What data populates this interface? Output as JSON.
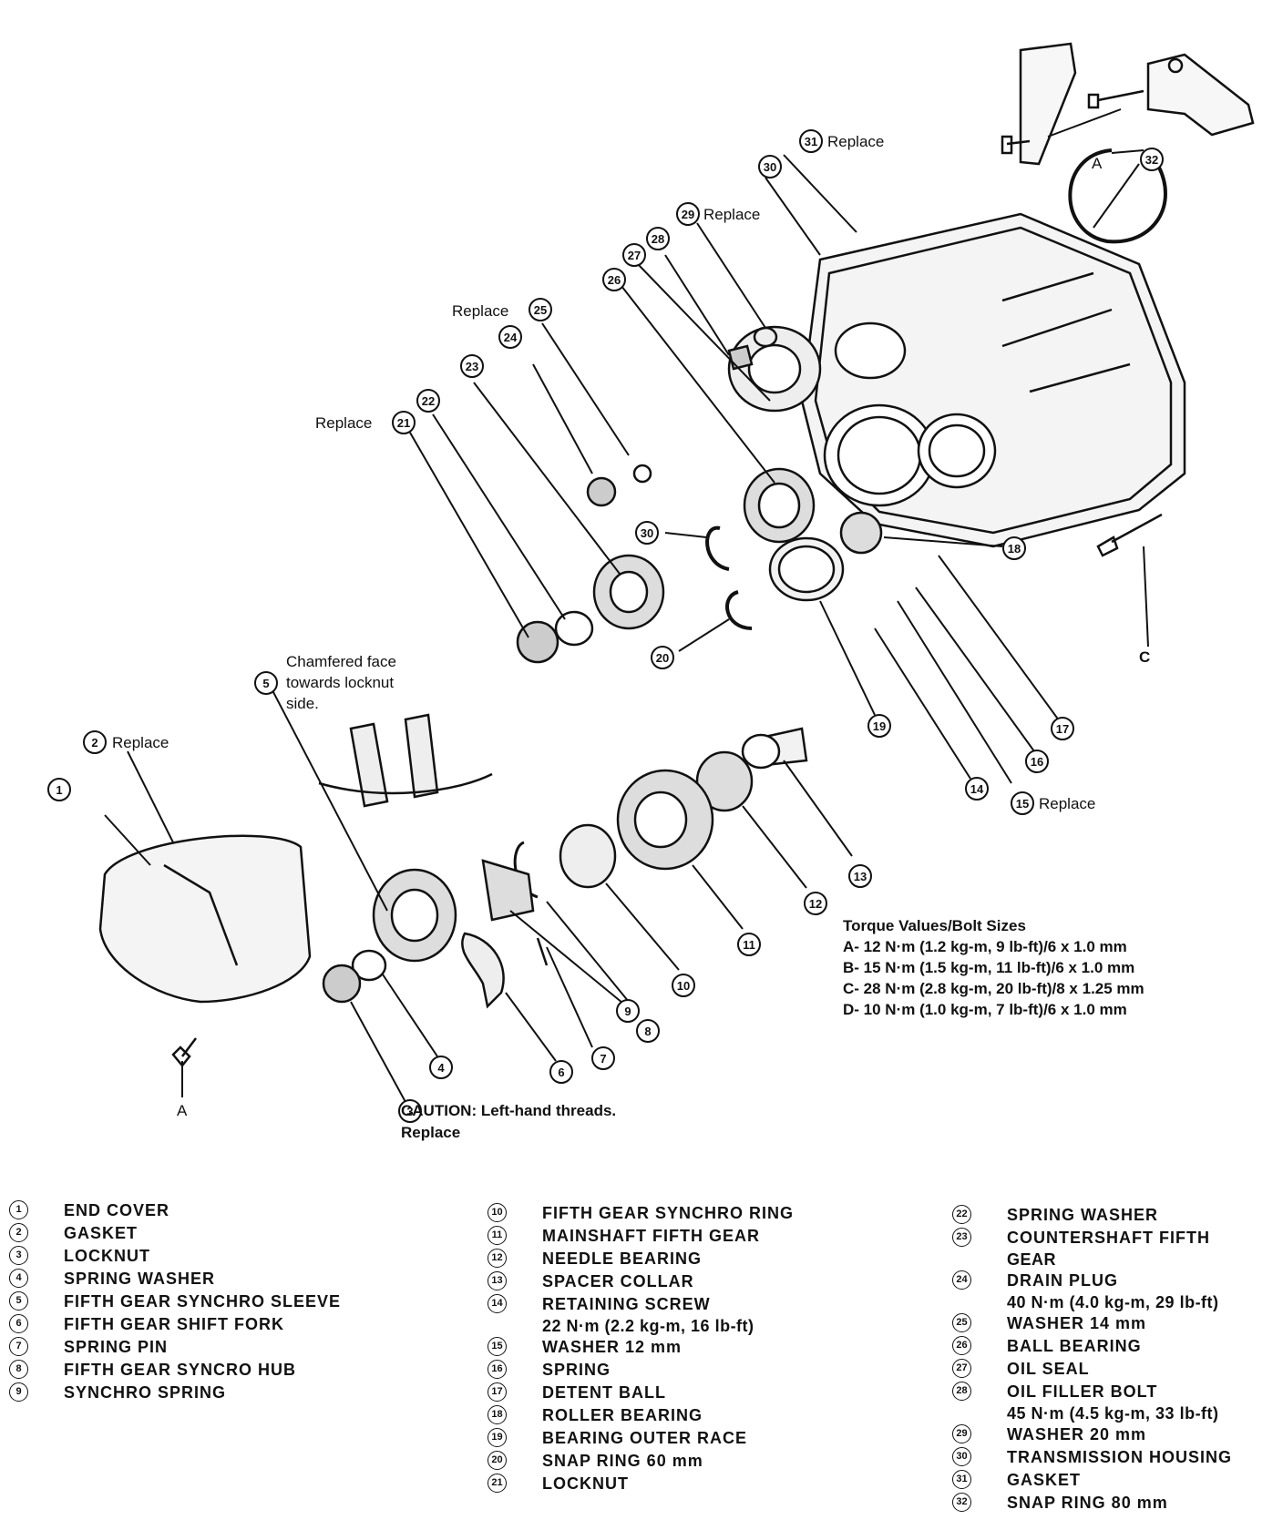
{
  "diagram_labels": {
    "replace": "Replace",
    "chamfer_note": [
      "Chamfered face",
      "towards locknut",
      "side."
    ],
    "caution_title": "CAUTION:",
    "caution_text": "Left-hand threads.",
    "caution_replace": "Replace",
    "bolt_a": "A",
    "bolt_c": "C"
  },
  "torque": {
    "title": "Torque Values/Bolt Sizes",
    "rows": [
      "A- 12 N·m (1.2 kg-m, 9 lb-ft)/6 x 1.0 mm",
      "B- 15 N·m (1.5 kg-m, 11 lb-ft)/6 x 1.0 mm",
      "C- 28 N·m (2.8 kg-m, 20 lb-ft)/8 x 1.25 mm",
      "D- 10 N·m (1.0 kg-m, 7 lb-ft)/6 x 1.0 mm"
    ]
  },
  "legend": {
    "col1": [
      {
        "n": "1",
        "label": "END COVER"
      },
      {
        "n": "2",
        "label": "GASKET"
      },
      {
        "n": "3",
        "label": "LOCKNUT"
      },
      {
        "n": "4",
        "label": "SPRING WASHER"
      },
      {
        "n": "5",
        "label": "FIFTH GEAR SYNCHRO SLEEVE"
      },
      {
        "n": "6",
        "label": "FIFTH GEAR SHIFT FORK"
      },
      {
        "n": "7",
        "label": "SPRING PIN"
      },
      {
        "n": "8",
        "label": "FIFTH GEAR SYNCRO HUB"
      },
      {
        "n": "9",
        "label": "SYNCHRO SPRING"
      }
    ],
    "col2": [
      {
        "n": "10",
        "label": "FIFTH GEAR SYNCHRO RING"
      },
      {
        "n": "11",
        "label": "MAINSHAFT FIFTH GEAR"
      },
      {
        "n": "12",
        "label": "NEEDLE BEARING"
      },
      {
        "n": "13",
        "label": "SPACER COLLAR"
      },
      {
        "n": "14",
        "label": "RETAINING SCREW",
        "sub": "22 N·m (2.2 kg-m, 16 lb-ft)"
      },
      {
        "n": "15",
        "label": "WASHER 12 mm"
      },
      {
        "n": "16",
        "label": "SPRING"
      },
      {
        "n": "17",
        "label": "DETENT BALL"
      },
      {
        "n": "18",
        "label": "ROLLER BEARING"
      },
      {
        "n": "19",
        "label": "BEARING OUTER RACE"
      },
      {
        "n": "20",
        "label": "SNAP RING 60 mm"
      },
      {
        "n": "21",
        "label": "LOCKNUT"
      }
    ],
    "col3": [
      {
        "n": "22",
        "label": "SPRING WASHER"
      },
      {
        "n": "23",
        "label": "COUNTERSHAFT FIFTH",
        "sub": "GEAR"
      },
      {
        "n": "24",
        "label": "DRAIN PLUG",
        "sub": "40 N·m (4.0 kg-m, 29 lb-ft)"
      },
      {
        "n": "25",
        "label": "WASHER 14 mm"
      },
      {
        "n": "26",
        "label": "BALL BEARING"
      },
      {
        "n": "27",
        "label": "OIL SEAL"
      },
      {
        "n": "28",
        "label": "OIL FILLER BOLT",
        "sub": "45 N·m (4.5 kg-m, 33 lb-ft)"
      },
      {
        "n": "29",
        "label": "WASHER 20 mm"
      },
      {
        "n": "30",
        "label": "TRANSMISSION HOUSING"
      },
      {
        "n": "31",
        "label": "GASKET"
      },
      {
        "n": "32",
        "label": "SNAP RING 80 mm"
      }
    ]
  }
}
